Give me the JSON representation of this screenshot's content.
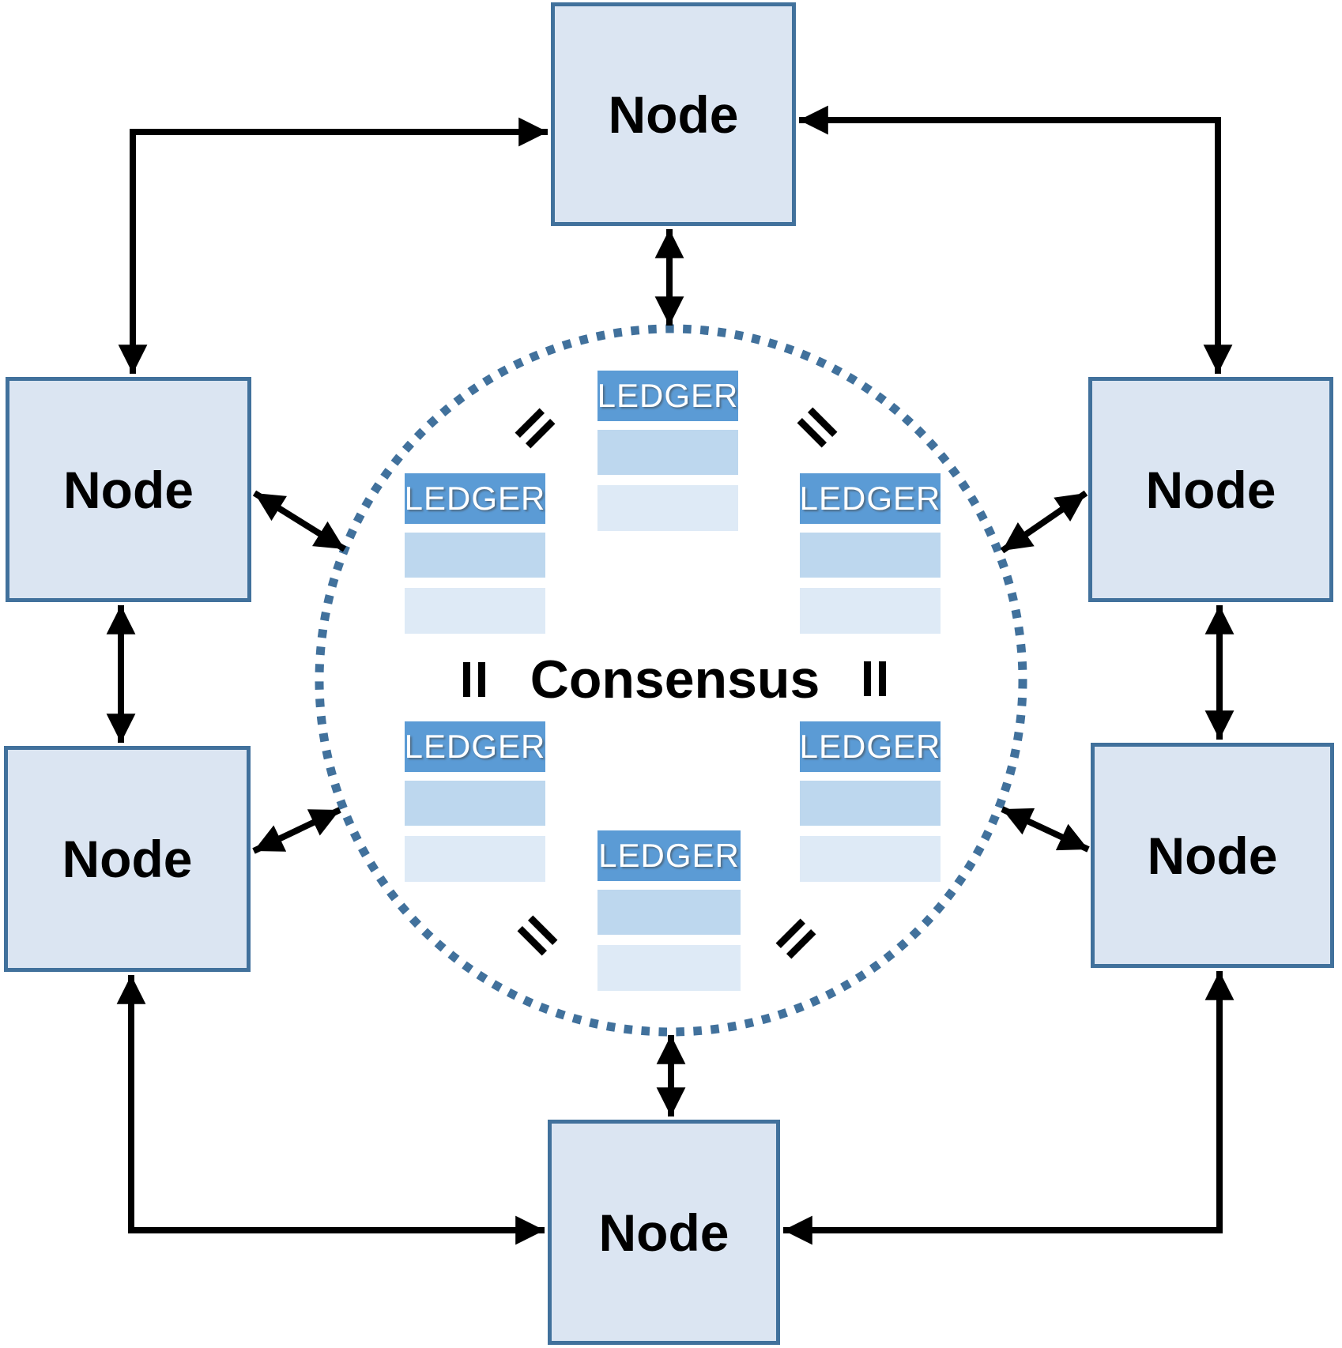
{
  "diagram": {
    "center_label": "Consensus",
    "nodes": [
      {
        "position": "top",
        "label": "Node"
      },
      {
        "position": "left-upper",
        "label": "Node"
      },
      {
        "position": "left-lower",
        "label": "Node"
      },
      {
        "position": "right-upper",
        "label": "Node"
      },
      {
        "position": "right-lower",
        "label": "Node"
      },
      {
        "position": "bottom",
        "label": "Node"
      }
    ],
    "ledgers": [
      {
        "position": "top",
        "label": "LEDGER"
      },
      {
        "position": "upper-left",
        "label": "LEDGER"
      },
      {
        "position": "upper-right",
        "label": "LEDGER"
      },
      {
        "position": "lower-left",
        "label": "LEDGER"
      },
      {
        "position": "lower-right",
        "label": "LEDGER"
      },
      {
        "position": "bottom",
        "label": "LEDGER"
      }
    ],
    "icons": {
      "equivalence_mark": "double-bar-equals-icon",
      "connector": "double-headed-arrow-icon",
      "ring": "dotted-circle-icon"
    },
    "colors": {
      "node_fill": "#DBE5F2",
      "node_border": "#41719C",
      "ledger_header": "#5B9BD5",
      "ledger_row_mid": "#BDD7EE",
      "ledger_row_light": "#DEEAF6",
      "ring_dotted": "#41719C",
      "arrow": "#000000",
      "ledger_text": "#FFFFFF",
      "label_text": "#000000"
    }
  }
}
